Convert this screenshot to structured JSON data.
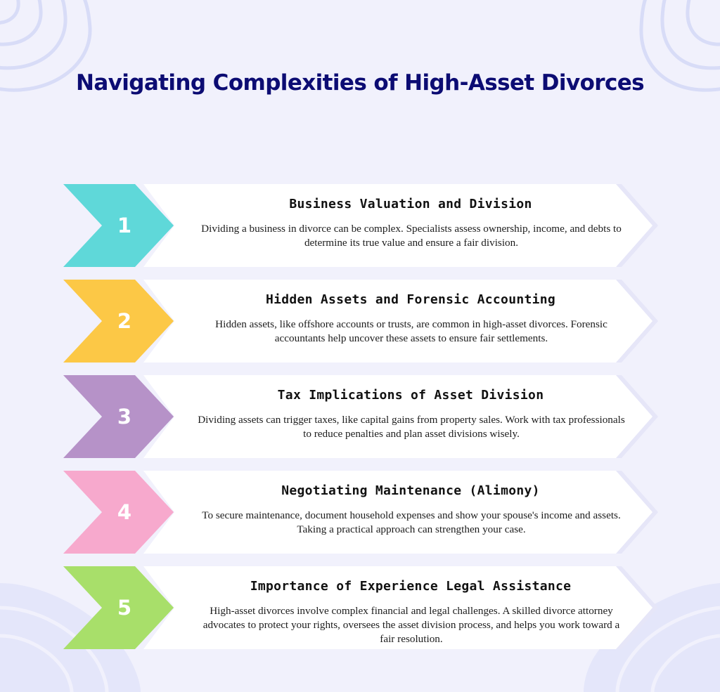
{
  "title": "Navigating Complexities of High-Asset Divorces",
  "colors": {
    "background": "#f1f1fc",
    "title": "#0c0c73",
    "decoration": "#d8dcf7",
    "card": "#ffffff"
  },
  "steps": [
    {
      "number": "1",
      "color": "#5fd8d9",
      "heading": "Business Valuation and Division",
      "text": "Dividing a business in divorce can be complex. Specialists assess ownership, income, and debts to determine its true value and ensure a fair division."
    },
    {
      "number": "2",
      "color": "#fcc846",
      "heading": "Hidden Assets and Forensic Accounting",
      "text": "Hidden assets, like offshore accounts or trusts, are common in high-asset divorces. Forensic accountants help uncover these assets to ensure fair settlements."
    },
    {
      "number": "3",
      "color": "#b692c8",
      "heading": "Tax Implications of Asset Division",
      "text": "Dividing assets can trigger taxes, like capital gains from property sales.  Work with tax professionals to reduce penalties and plan asset divisions wisely."
    },
    {
      "number": "4",
      "color": "#f7a9cd",
      "heading": "Negotiating Maintenance (Alimony)",
      "text": "To secure maintenance, document household expenses and show your spouse's income and assets. Taking a practical approach can strengthen your case."
    },
    {
      "number": "5",
      "color": "#a8df6a",
      "heading": "Importance of Experience Legal Assistance",
      "text": "High-asset divorces involve complex financial and legal challenges. A skilled divorce attorney advocates to protect your rights, oversees the asset division process, and helps you work toward a fair resolution."
    }
  ]
}
